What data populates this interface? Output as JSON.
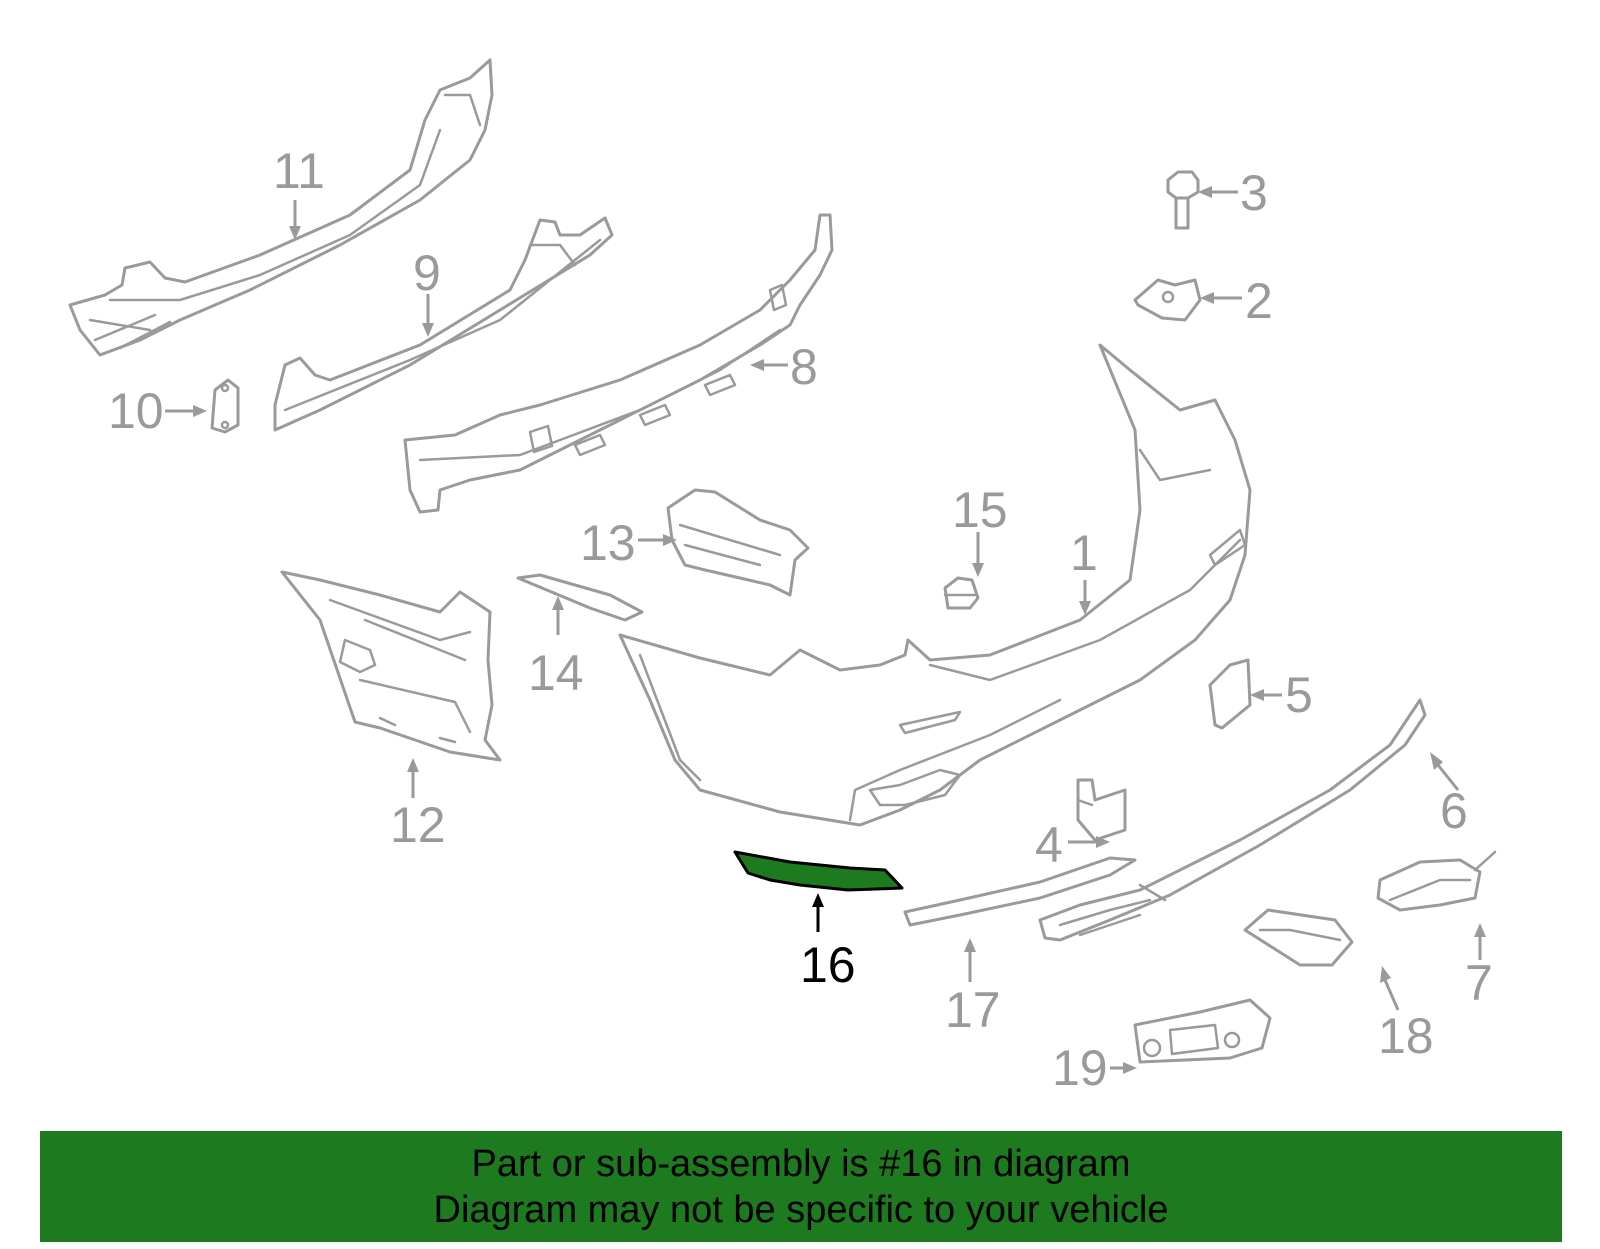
{
  "callouts": {
    "p1": "1",
    "p2": "2",
    "p3": "3",
    "p4": "4",
    "p5": "5",
    "p6": "6",
    "p7": "7",
    "p8": "8",
    "p9": "9",
    "p10": "10",
    "p11": "11",
    "p12": "12",
    "p13": "13",
    "p14": "14",
    "p15": "15",
    "p16": "16",
    "p17": "17",
    "p18": "18",
    "p19": "19"
  },
  "highlight": {
    "part": "16",
    "color": "#1e7a1e"
  },
  "banner": {
    "line1": "Part or sub-assembly is #16 in diagram",
    "line2": "Diagram may not be specific to your vehicle",
    "background": "#1e7a1e"
  }
}
